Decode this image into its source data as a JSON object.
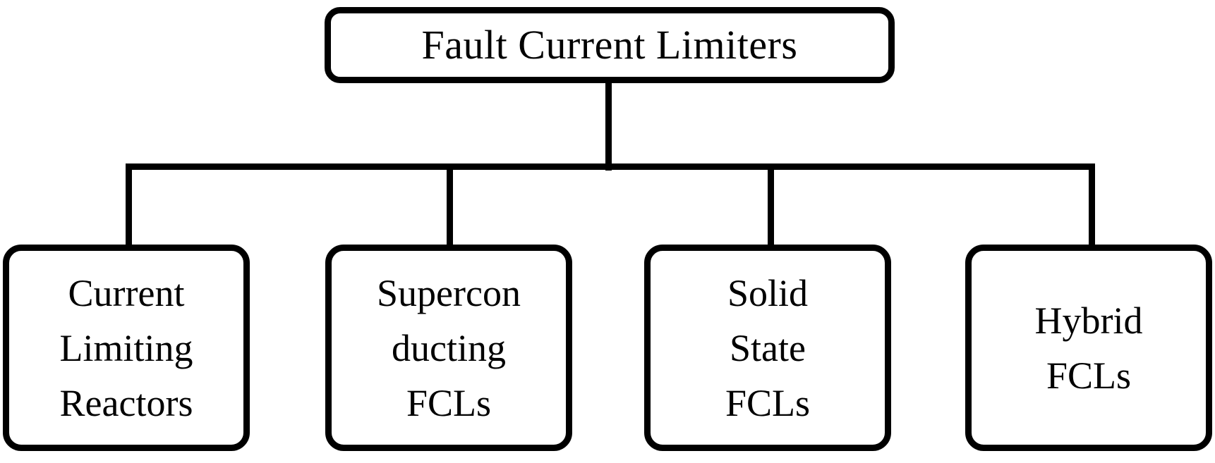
{
  "diagram": {
    "title": "Fault Current Limiters",
    "type": "hierarchy-tree",
    "colors": {
      "background": "#ffffff",
      "border": "#000000",
      "text": "#000000"
    },
    "root": {
      "id": "root",
      "lines": [
        "Fault Current Limiters"
      ]
    },
    "children": [
      {
        "id": "current-limiting-reactors",
        "lines": [
          "Current",
          "Limiting",
          "Reactors"
        ]
      },
      {
        "id": "superconducting-fcls",
        "lines": [
          "Supercon",
          "ducting",
          "FCLs"
        ]
      },
      {
        "id": "solid-state-fcls",
        "lines": [
          "Solid",
          "State",
          "FCLs"
        ]
      },
      {
        "id": "hybrid-fcls",
        "lines": [
          "Hybrid",
          "FCLs"
        ]
      }
    ]
  }
}
